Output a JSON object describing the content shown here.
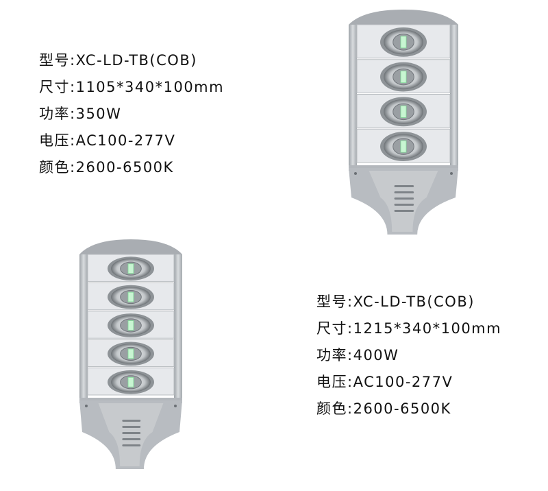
{
  "products": [
    {
      "lamp": {
        "modules": 4,
        "body_color": "#b8bcc1",
        "panel_color": "#e7e9ec",
        "led_color": "#c8f5d2"
      },
      "specs": [
        {
          "label": "型号",
          "sep": ":",
          "value": "XC-LD-TB(COB)"
        },
        {
          "label": "尺寸",
          "sep": ":",
          "value": "1105*340*100mm"
        },
        {
          "label": "功率",
          "sep": ":",
          "value": "350W"
        },
        {
          "label": "电压",
          "sep": ":",
          "value": "AC100-277V"
        },
        {
          "label": "颜色",
          "sep": ":",
          "value": "2600-6500K"
        }
      ]
    },
    {
      "lamp": {
        "modules": 5,
        "body_color": "#b8bcc1",
        "panel_color": "#e7e9ec",
        "led_color": "#c8f5d2"
      },
      "specs": [
        {
          "label": "型号",
          "sep": ":",
          "value": "XC-LD-TB(COB)"
        },
        {
          "label": "尺寸",
          "sep": ":",
          "value": "1215*340*100mm"
        },
        {
          "label": "功率",
          "sep": ":",
          "value": "400W"
        },
        {
          "label": "电压",
          "sep": ":",
          "value": "AC100-277V"
        },
        {
          "label": "颜色",
          "sep": ":",
          "value": "2600-6500K"
        }
      ]
    }
  ]
}
